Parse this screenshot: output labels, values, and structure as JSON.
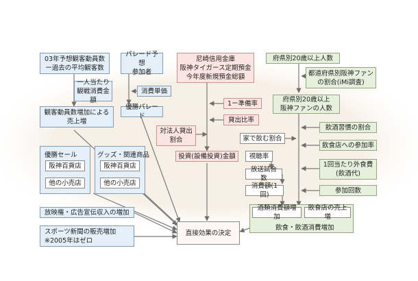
{
  "colors": {
    "blue": "#e4eff8",
    "pink": "#fbe4e1",
    "green": "#e6f0dd",
    "glow": "#f6eee3",
    "arrow": "#6e6e6e"
  },
  "nodes": {
    "avg_visitors": "03年予想観客動員数\n ー過去の平均観客数",
    "parade_participants": "パレード予想\n参加者",
    "deposit_total": "尼崎信用金庫\n阪神タイガース定期預金\n今年度新規預金総額",
    "pop20_over": "府県別20歳以上人数",
    "fan_ratio": "都道府県別阪神ファン\nの割合(iMi調査)",
    "per_capita_spending": "一人当たり\n観戦消費金額",
    "spend_unit": "消費単価",
    "reserve_ratio": "1ー準備率",
    "fan_count": "府県別20歳以上\n阪神ファンの人数",
    "visitor_sales": "観客動員数増加による\n売上増",
    "victory_parade": "優勝パレード",
    "loan_ratio": "貸出比率",
    "drinking_habit": "飲酒習慣の割合",
    "corp_loan_ratio": "対法人貸出\n割合",
    "home_drinking": "家で飲む割合",
    "restaurant_participation": "飲食店への参加率",
    "investment_amount": "投資(設備投資)金額",
    "ratings": "視聴率",
    "dining_out_spend": "1回当たり外食費\n(飲酒代)",
    "broadcast_games": "放送試合数",
    "consumption_once": "消費額(1回)",
    "participation_count": "参加回数",
    "broadcast_ad": "放映権・広告宣伝収入の増加",
    "sports_paper": "スポーツ新聞の販売増加\n※2005年はゼロ",
    "direct_effect": "直接効果の決定"
  },
  "victory_sale": {
    "title": "優勝セール",
    "dept": "阪神百貨店",
    "retail": "他の小売店"
  },
  "goods": {
    "title": "グッズ・関連商品",
    "dept": "阪神百貨店",
    "retail": "他の小売店"
  },
  "food_drink": {
    "alcohol": "酒類消費額増加",
    "restaurant": "飲食店の売上増",
    "label": "飲食・飲酒消費増加"
  }
}
